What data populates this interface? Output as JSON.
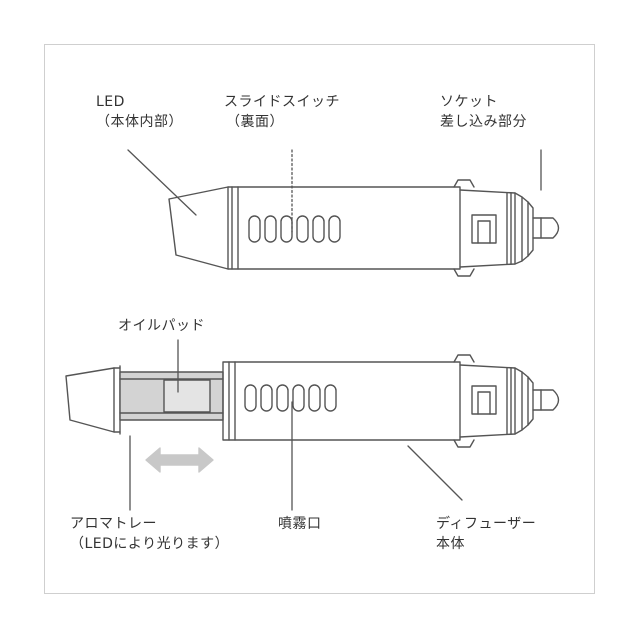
{
  "labels": {
    "led": [
      "LED",
      "（本体内部）"
    ],
    "slide_switch": [
      "スライドスイッチ",
      "（裏面）"
    ],
    "socket": [
      "ソケット",
      "差し込み部分"
    ],
    "oil_pad": "オイルパッド",
    "aroma_tray": [
      "アロマトレー",
      "（LEDにより光ります）"
    ],
    "spray_port": "噴霧口",
    "diffuser_body": [
      "ディフューザー",
      "本体"
    ]
  },
  "colors": {
    "line": "#555555",
    "frame": "#cfcfcf",
    "tray_fill": "#d3d3d3",
    "arrow_fill": "#c8c8c8"
  },
  "icons": {
    "slide_arrow": "double-arrow-horizontal-icon"
  }
}
